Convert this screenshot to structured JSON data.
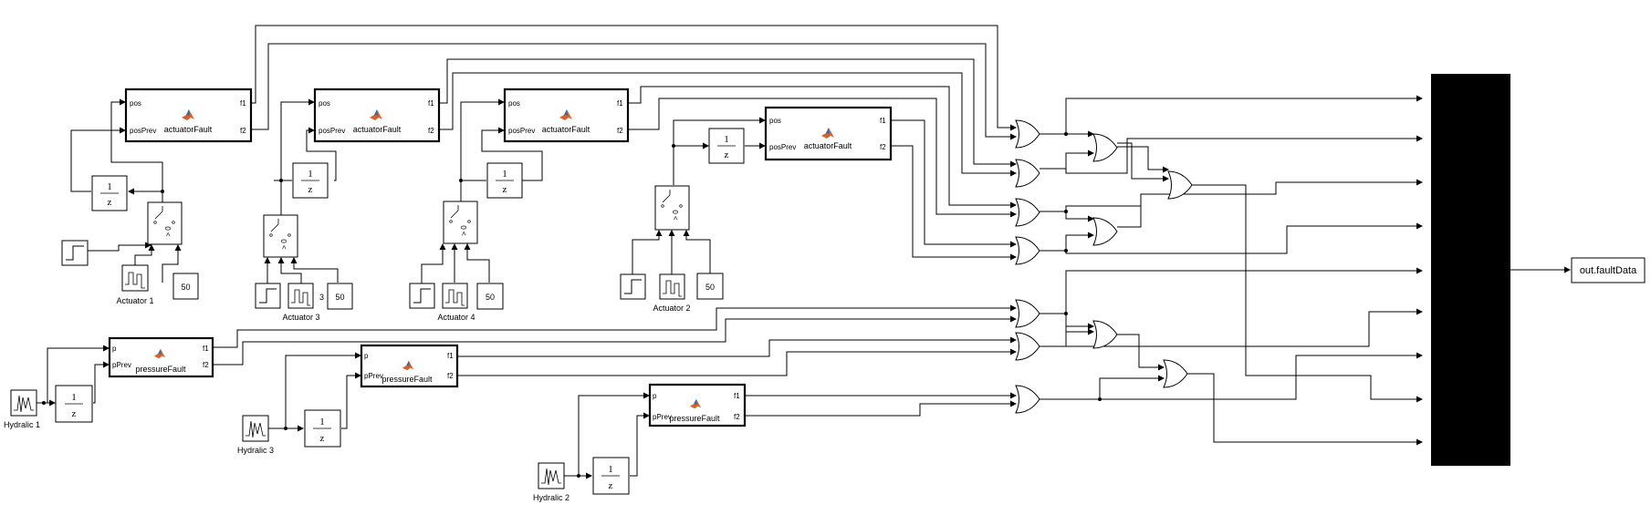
{
  "actuator_fault": {
    "function_name": "actuatorFault",
    "in_port_1": "pos",
    "in_port_2": "posPrev",
    "out_port_1": "f1",
    "out_port_2": "f2"
  },
  "pressure_fault": {
    "function_name": "pressureFault",
    "in_port_1": "p",
    "in_port_2": "pPrev",
    "out_port_1": "f1",
    "out_port_2": "f2"
  },
  "delay": {
    "numerator": "1",
    "denominator": "z"
  },
  "switch": {
    "threshold_text": "> 0"
  },
  "constant_value": "50",
  "stray_text": "3",
  "labels": {
    "actuator_1": "Actuator 1",
    "actuator_3": "Actuator 3",
    "actuator_4": "Actuator 4",
    "actuator_2": "Actuator 2",
    "hydralic_1": "Hydralic 1",
    "hydralic_3": "Hydralic 3",
    "hydralic_2": "Hydralic 2"
  },
  "output_block": "out.faultData",
  "colors": {
    "line": "#000000",
    "background": "#ffffff",
    "mux_fill": "#000000",
    "matlab_logo": "#d9622b"
  }
}
